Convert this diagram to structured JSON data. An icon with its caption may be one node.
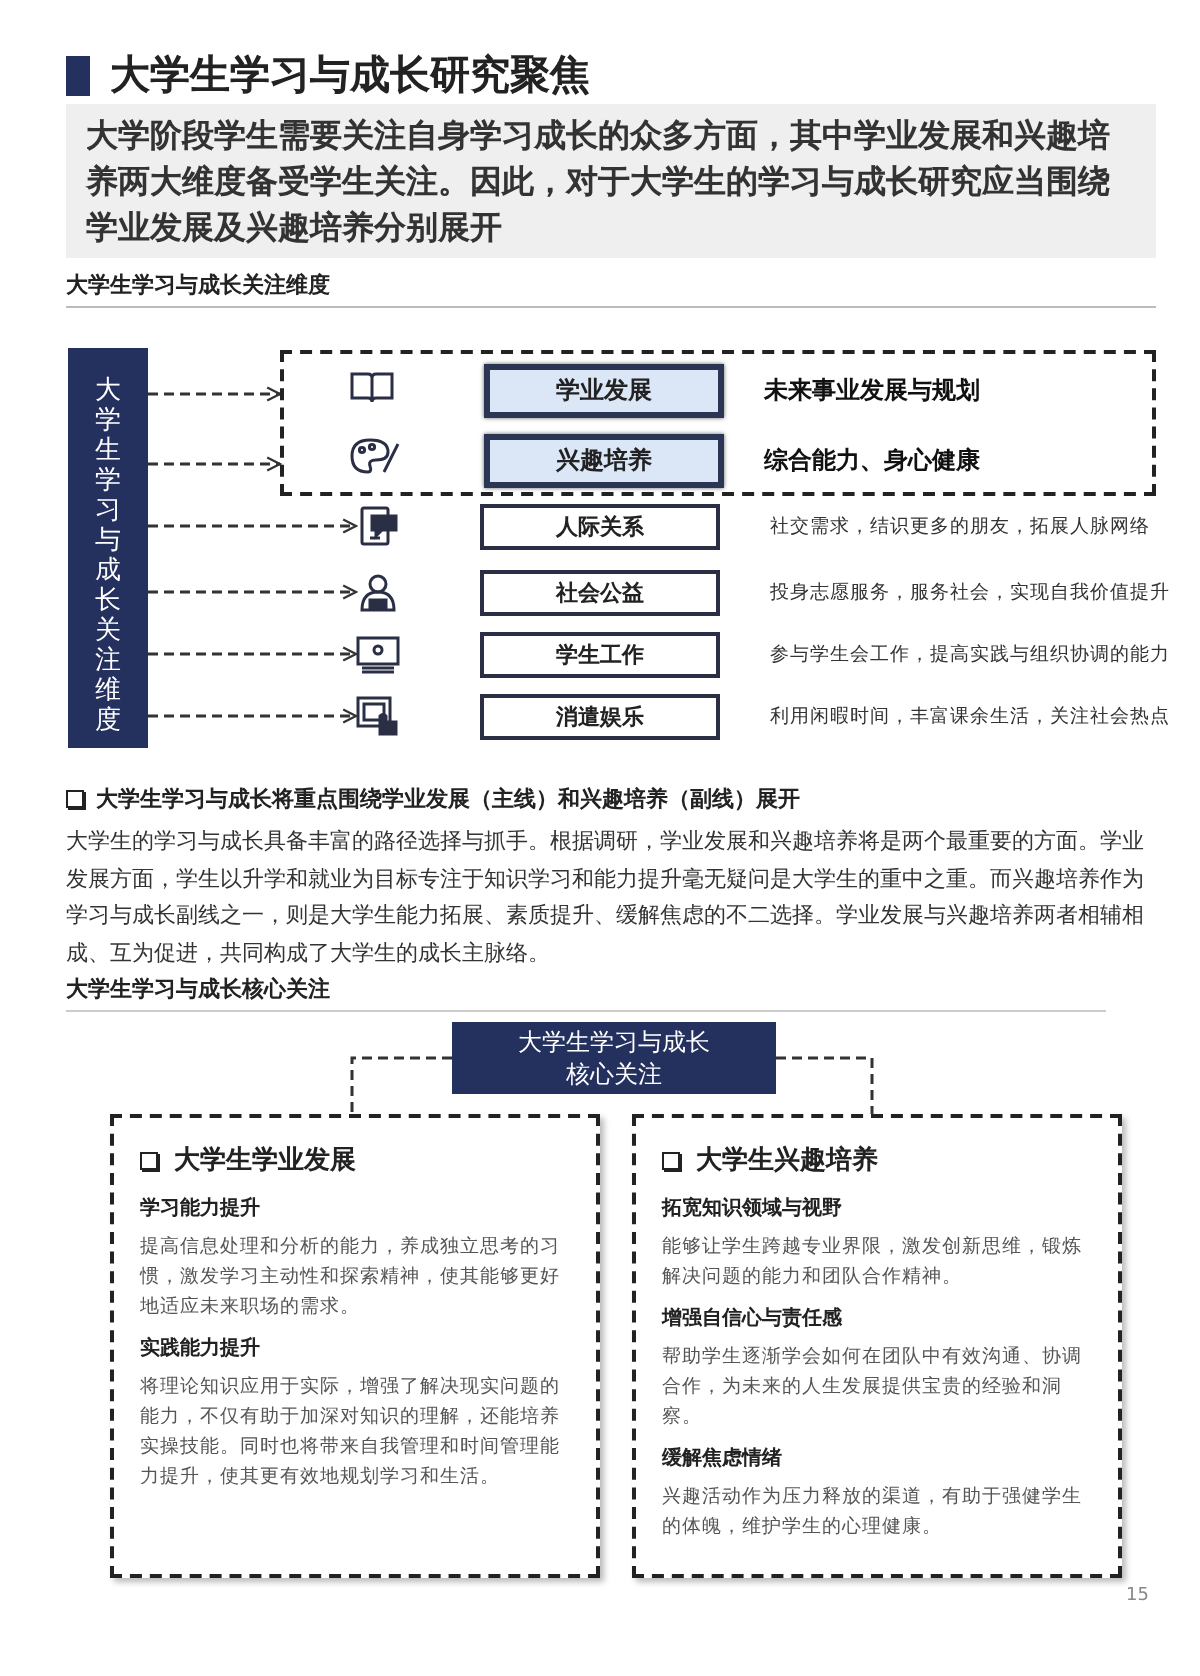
{
  "diagram": {
    "title": "大学生学习与成长研究聚焦",
    "nodes": [
      {
        "text": [
          "大学生学习与成长关注维度"
        ]
      },
      {
        "text": [],
        "shape": "box"
      },
      {
        "text": [
          "学业发展"
        ],
        "in": 1,
        "beside": [
          "未来事业发展与规划"
        ]
      },
      {
        "text": [
          "兴趣培养"
        ],
        "in": 1,
        "beside": [
          "综合能力、身心健康"
        ]
      },
      {
        "text": [],
        "shape": "icon"
      },
      {
        "text": [
          "人际关系"
        ],
        "beside": [
          "社交需求，结识更多的朋友，拓展人脉网络"
        ]
      },
      {
        "text": [],
        "shape": "icon"
      },
      {
        "text": [
          "社会公益"
        ],
        "beside": [
          "投身志愿服务，服务社会，实现自我价值提升"
        ]
      },
      {
        "text": [],
        "shape": "icon"
      },
      {
        "text": [
          "学生工作"
        ],
        "beside": [
          "参与学生会工作，提高实践与组织协调的能力"
        ]
      },
      {
        "text": [],
        "shape": "icon"
      },
      {
        "text": [
          "消遣娱乐"
        ],
        "beside": [
          "利用闲暇时间，丰富课余生活，关注社会热点"
        ]
      },
      {
        "text": [
          "大学生学习与成长核心关注"
        ]
      },
      {
        "text": [
          "大学生学业发展",
          "学习能力提升",
          "提高信息处理和分析的能力，养成独立思考的习惯，激发学习主动性和探索精神，使其能够更好地适应未来职场的需求。",
          "实践能力提升",
          "将理论知识应用于实际，增强了解决现实问题的能力，不仅有助于加深对知识的理解，还能培养实操技能。同时也将带来自我管理和时间管理能力提升，使其更有效地规划学习和生活。"
        ]
      },
      {
        "text": [
          "大学生兴趣培养",
          "拓宽知识领域与视野",
          "能够让学生跨越专业界限，激发创新思维，锻炼解决问题的能力和团队合作精神。",
          "增强自信心与责任感",
          "帮助学生逐渐学会如何在团队中有效沟通、协调合作，为未来的人生发展提供宝贵的经验和洞察。",
          "缓解焦虑情绪",
          "兴趣活动作为压力释放的渠道，有助于强健学生的体魄，维护学生的心理健康。"
        ]
      }
    ],
    "edges": [
      {
        "from": 0,
        "to": 1,
        "arrow": "to",
        "style": "dashed"
      },
      {
        "from": 0,
        "to": 1,
        "arrow": "to",
        "style": "dashed"
      },
      {
        "from": 0,
        "to": 4,
        "arrow": "to",
        "style": "dashed"
      },
      {
        "from": 0,
        "to": 6,
        "arrow": "to",
        "style": "dashed"
      },
      {
        "from": 0,
        "to": 8,
        "arrow": "to",
        "style": "dashed"
      },
      {
        "from": 0,
        "to": 10,
        "arrow": "to",
        "style": "dashed"
      },
      {
        "from": 12,
        "to": 13,
        "arrow": "none",
        "style": "dashed"
      },
      {
        "from": 12,
        "to": 14,
        "arrow": "none",
        "style": "dashed"
      }
    ],
    "labels": [
      "大学阶段学生需要关注自身学习成长的众多方面，其中学业发展和兴趣培养两大维度备受学生关注。因此，对于大学生的学习与成长研究应当围绕学业发展及兴趣培养分别展开",
      "大学生学习与成长关注维度",
      "大学生学习与成长将重点围绕学业发展（主线）和兴趣培养（副线）展开",
      "大学生的学习与成长具备丰富的路径选择与抓手。根据调研，学业发展和兴趣培养将是两个最重要的方面。学业发展方面，学生以升学和就业为目标专注于知识学习和能力提升毫无疑问是大学生的重中之重。而兴趣培养作为学习与成长副线之一，则是大学生能力拓展、素质提升、缓解焦虑的不二选择。学业发展与兴趣培养两者相辅相成、互为促进，共同构成了大学生的成长主脉络。",
      "大学生学习与成长核心关注",
      "15"
    ]
  }
}
